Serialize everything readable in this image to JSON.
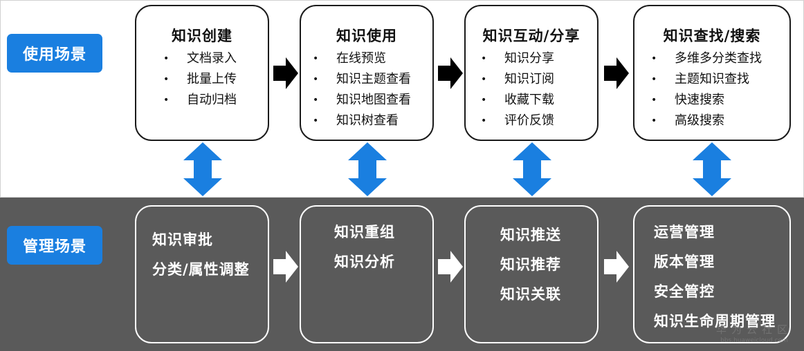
{
  "usage": {
    "label": "使用场景",
    "boxes": [
      {
        "title": "知识创建",
        "items": [
          "文档录入",
          "批量上传",
          "自动归档"
        ]
      },
      {
        "title": "知识使用",
        "items": [
          "在线预览",
          "知识主题查看",
          "知识地图查看",
          "知识树查看"
        ]
      },
      {
        "title": "知识互动/分享",
        "items": [
          "知识分享",
          "知识订阅",
          "收藏下载",
          "评价反馈"
        ]
      },
      {
        "title": "知识查找/搜索",
        "items": [
          "多维多分类查找",
          "主题知识查找",
          "快速搜索",
          "高级搜索"
        ]
      }
    ]
  },
  "management": {
    "label": "管理场景",
    "boxes": [
      {
        "lines": [
          "知识审批",
          "分类/属性调整"
        ]
      },
      {
        "lines": [
          "知识重组",
          "知识分析"
        ]
      },
      {
        "lines": [
          "知识推送",
          "知识推荐",
          "知识关联"
        ]
      },
      {
        "lines": [
          "运营管理",
          "版本管理",
          "安全管控",
          "知识生命周期管理"
        ]
      }
    ]
  },
  "bullet_char": "•",
  "watermark": {
    "text": "华为云社区",
    "sub": "bbs.huaweicloud.com"
  },
  "colors": {
    "accent": "#1a7fe0",
    "dark_band": "#5a5a5a",
    "arrow_top": "#000000",
    "arrow_bottom": "#ffffff"
  },
  "icons": [
    "right-arrow-icon",
    "double-vertical-arrow-icon"
  ]
}
